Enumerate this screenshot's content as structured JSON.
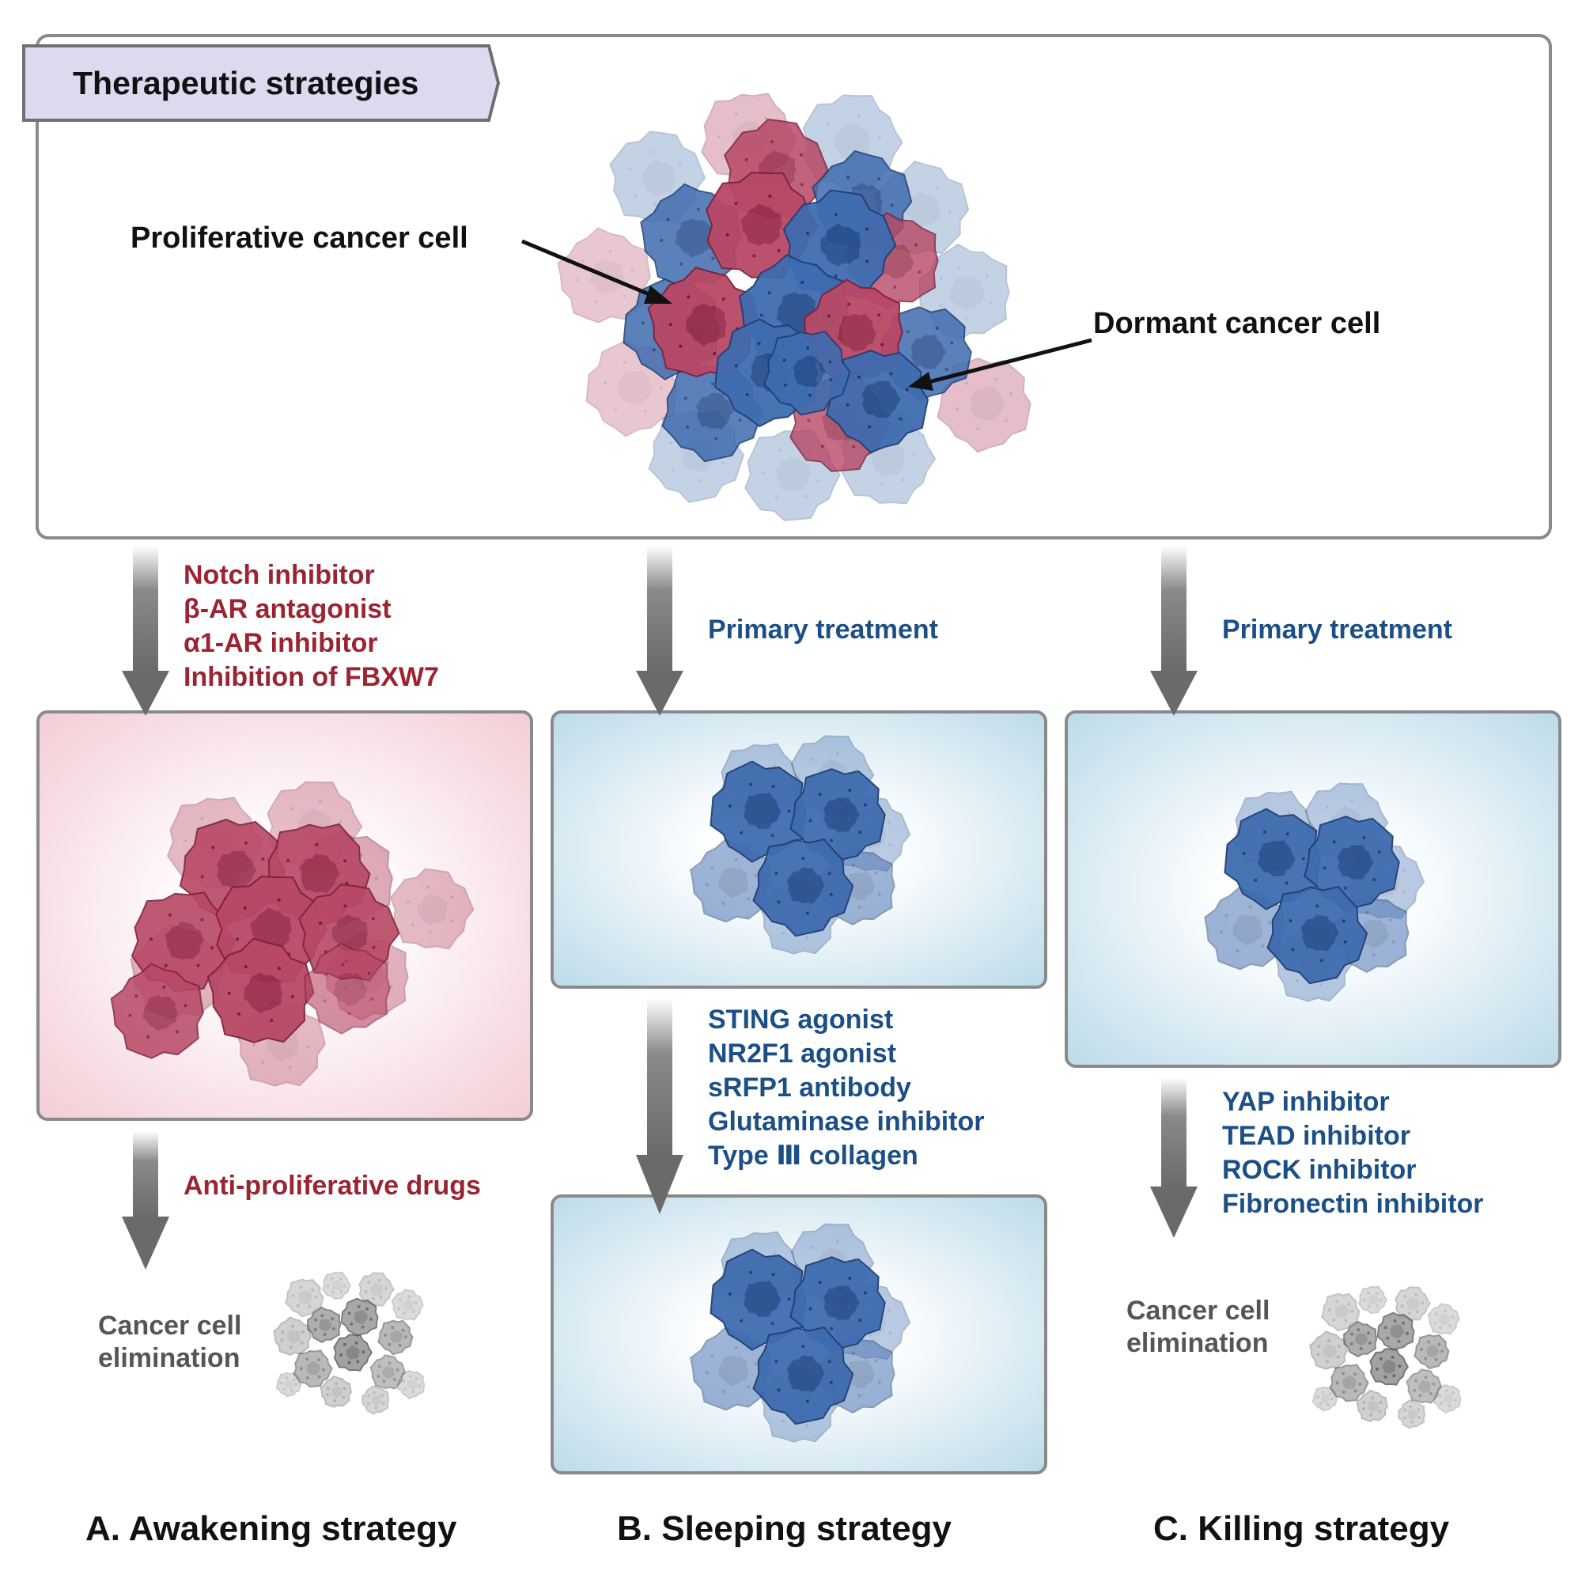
{
  "header": {
    "title": "Therapeutic strategies"
  },
  "overview": {
    "proliferative_label": "Proliferative cancer cell",
    "dormant_label": "Dormant cancer cell"
  },
  "columns": [
    {
      "step1_drugs": [
        "Notch inhibitor",
        "β-AR antagonist",
        "α1-AR inhibitor",
        "Inhibition of FBXW7"
      ],
      "step2_drugs": [
        "Anti-proliferative drugs"
      ],
      "outcome": [
        "Cancer cell",
        "elimination"
      ],
      "caption": "A. Awakening strategy"
    },
    {
      "step1_drugs": [
        "Primary treatment"
      ],
      "step2_drugs": [
        "STING agonist",
        "NR2F1 agonist",
        "sRFP1 antibody",
        "Glutaminase inhibitor",
        "Type Ⅲ collagen"
      ],
      "caption": "B. Sleeping strategy"
    },
    {
      "step1_drugs": [
        "Primary treatment"
      ],
      "step2_drugs": [
        "YAP inhibitor",
        "TEAD inhibitor",
        "ROCK inhibitor",
        "Fibronectin inhibitor"
      ],
      "outcome": [
        "Cancer cell",
        "elimination"
      ],
      "caption": "C. Killing strategy"
    }
  ],
  "colors": {
    "proliferative": "#b84866",
    "dormant": "#3f6cb0",
    "arrow": "#6e6e6e",
    "pink_text": "#9b2432",
    "blue_text": "#1c4f86",
    "header_tag": "#dddaf0"
  }
}
